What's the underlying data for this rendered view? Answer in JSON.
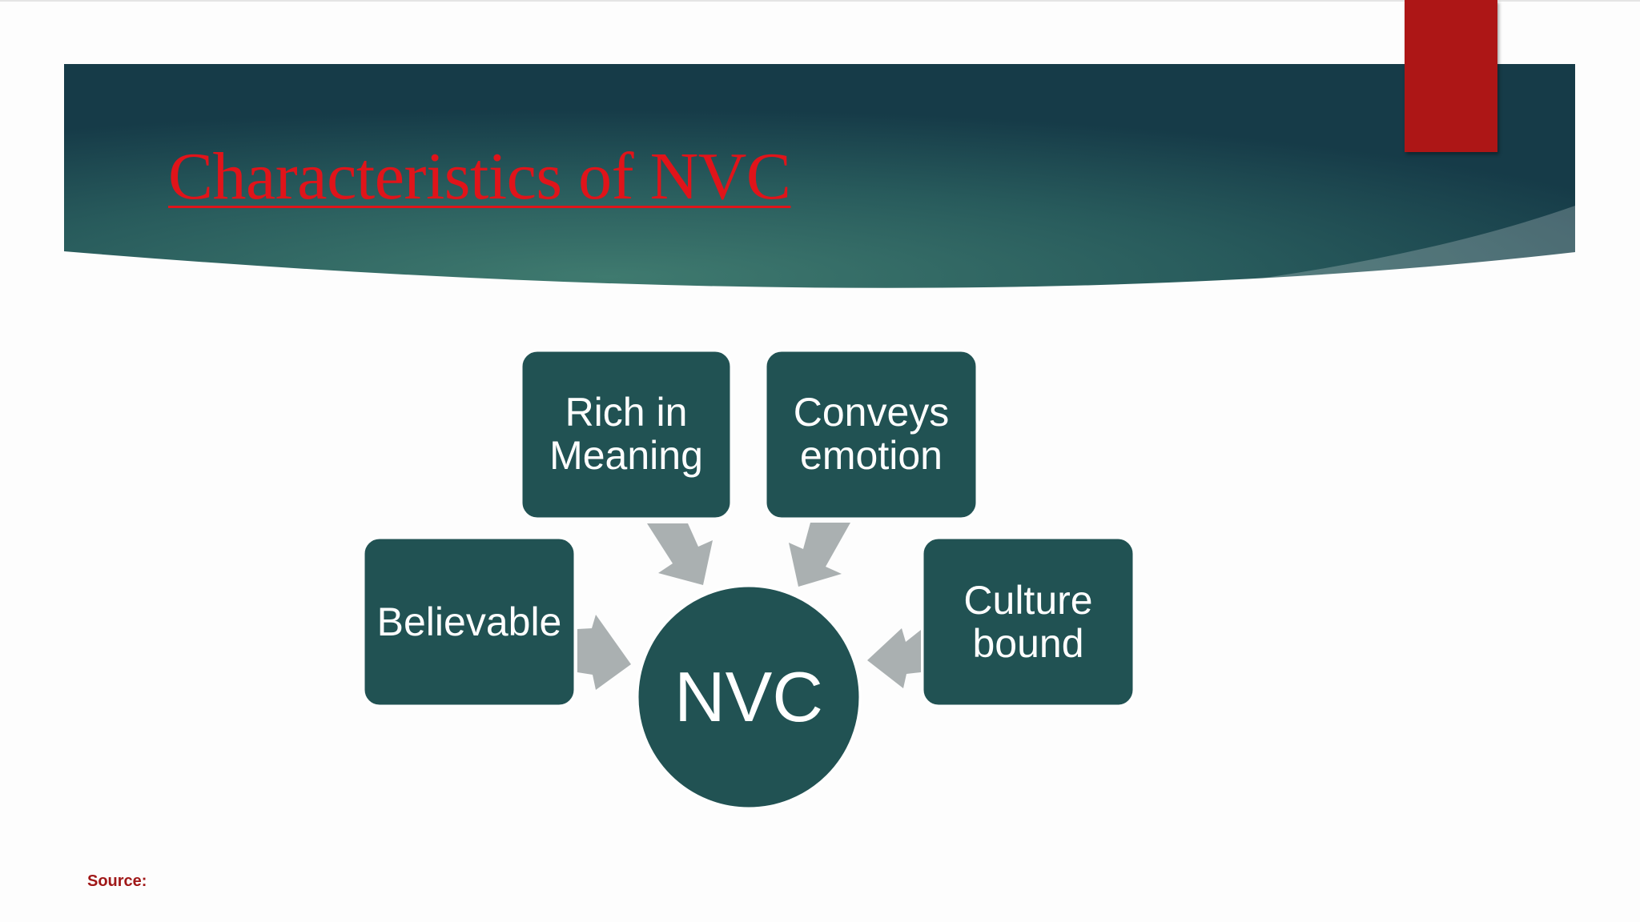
{
  "slide": {
    "title": "Characteristics of NVC",
    "source_label": "Source:"
  },
  "colors": {
    "banner_dark": "#163b48",
    "banner_light": "#3f7a6f",
    "accent_red": "#ad1616",
    "title_red": "#e0141a",
    "node_fill": "#215253",
    "arrow_gray": "#aab0b1"
  },
  "diagram": {
    "center": "NVC",
    "nodes": [
      {
        "label": "Rich in\nMeaning"
      },
      {
        "label": "Conveys\nemotion"
      },
      {
        "label": "Believable"
      },
      {
        "label": "Culture\nbound"
      }
    ]
  }
}
